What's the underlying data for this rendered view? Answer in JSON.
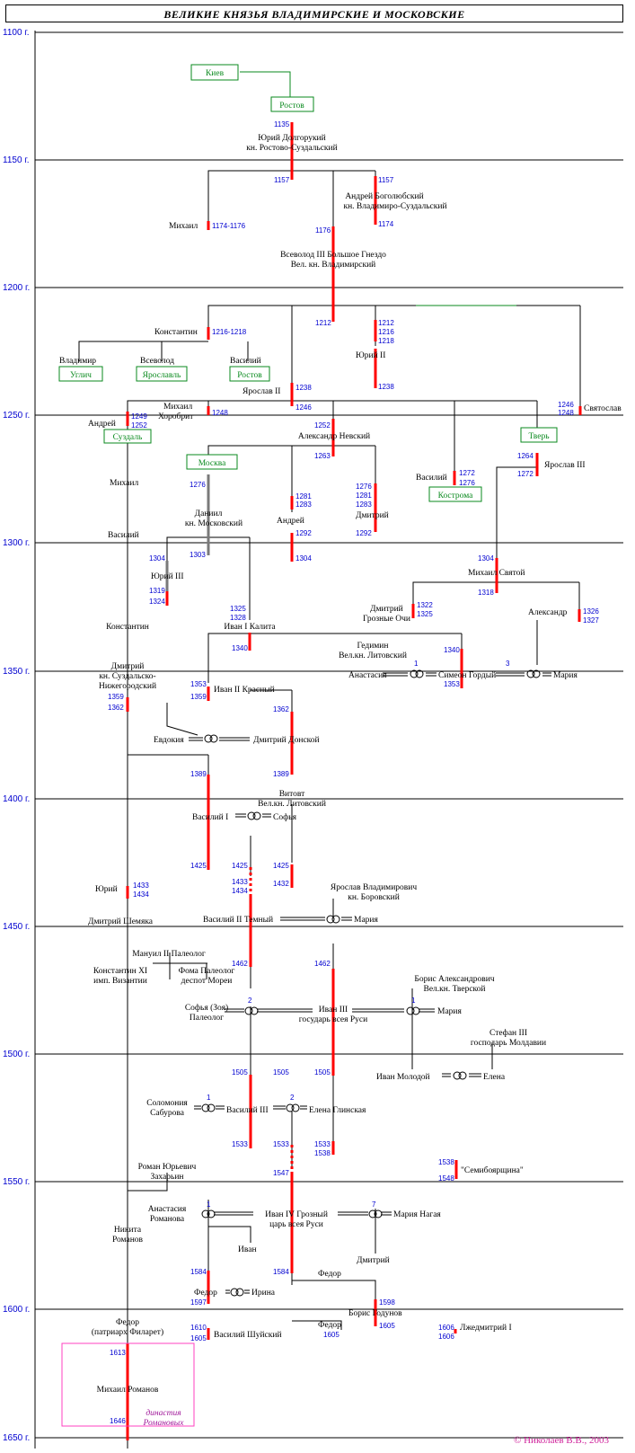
{
  "title": "ВЕЛИКИЕ КНЯЗЬЯ ВЛАДИМИРСКИЕ И МОСКОВСКИЕ",
  "years": [
    "1100 г.",
    "1150 г.",
    "1200 г.",
    "1250 г.",
    "1300 г.",
    "1350 г.",
    "1400 г.",
    "1450 г.",
    "1500 г.",
    "1550 г.",
    "1600 г.",
    "1650 г."
  ],
  "cities": [
    "Киев",
    "Ростов",
    "Углич",
    "Ярославль",
    "Ростов",
    "Суздаль",
    "Тверь",
    "Москва",
    "Кострома"
  ],
  "persons": [
    "Юрий Долгорукий",
    "кн. Ростово-Суздальский",
    "Андрей Боголюбский",
    "кн. Владимиро-Суздальский",
    "Михаил",
    "Всеволод III Большое Гнездо",
    "Вел. кн. Владимирский",
    "Константин",
    "Юрий II",
    "Владимир",
    "Всеволод",
    "Василий",
    "Ярослав II",
    "Святослав",
    "Михаил",
    "Хоробрит",
    "Андрей",
    "Александр Невский",
    "Ярослав III",
    "Михаил",
    "Василий",
    "Даниил",
    "кн. Московский",
    "Андрей",
    "Дмитрий",
    "Василий",
    "Михаил Святой",
    "Юрий III",
    "Дмитрий",
    "Грозные Очи",
    "Александр",
    "Константин",
    "Иван I Калита",
    "Гедимин",
    "Вел.кн. Литовский",
    "Анастасия",
    "Симеон Гордый",
    "Мария",
    "Дмитрий",
    "кн. Суздальско-",
    "Нижегородский",
    "Иван II Красный",
    "Евдокия",
    "Дмитрий Донской",
    "Витовт",
    "Вел.кн. Литовский",
    "Василий I",
    "Софья",
    "Юрий",
    "Ярослав Владимирович",
    "кн. Боровский",
    "Дмитрий Шемяка",
    "Василий II Темный",
    "Мария",
    "Мануил II Палеолог",
    "Константин XI",
    "имп. Византии",
    "Фома Палеолог",
    "деспот Мореи",
    "Борис Александрович",
    "Вел.кн. Тверской",
    "Софья (Зоя)",
    "Палеолог",
    "Иван III",
    "государь всея Руси",
    "Мария",
    "Стефан III",
    "господарь Молдавии",
    "Иван Молодой",
    "Елена",
    "Соломония",
    "Сабурова",
    "Василий III",
    "Елена Глинская",
    "Роман Юрьевич",
    "Захарьин",
    "\"Семибоярщина\"",
    "Анастасия",
    "Романова",
    "Иван IV Грозный",
    "царь всея Руси",
    "Мария Нагая",
    "Никита",
    "Романов",
    "Иван",
    "Дмитрий",
    "Федор",
    "Федор",
    "Ирина",
    "Борис Годунов",
    "Федор",
    "(патриарх Филарет)",
    "Василий Шуйский",
    "Федор",
    "Лжедмитрий I",
    "Михаил Романов"
  ],
  "reign_years": [
    "1135",
    "1157",
    "1157",
    "1174",
    "1174-1176",
    "1176",
    "1212",
    "1212",
    "1216",
    "1218",
    "1216-1218",
    "1238",
    "1238",
    "1246",
    "1246",
    "1248",
    "1248",
    "1249",
    "1252",
    "1252",
    "1263",
    "1264",
    "1272",
    "1272",
    "1276",
    "1276",
    "1281",
    "1283",
    "1292",
    "1276",
    "1281",
    "1283",
    "1292",
    "1304",
    "1303",
    "1304",
    "1319",
    "1324",
    "1304",
    "1318",
    "1322",
    "1325",
    "1326",
    "1327",
    "1325",
    "1328",
    "1340",
    "1340",
    "1353",
    "1353",
    "1359",
    "1359",
    "1362",
    "1362",
    "1389",
    "1389",
    "1425",
    "1425",
    "1433",
    "1434",
    "1425",
    "1432",
    "1433",
    "1434",
    "1462",
    "1462",
    "1505",
    "1505",
    "1505",
    "1533",
    "1533",
    "1533",
    "1538",
    "1538",
    "1548",
    "1547",
    "1584",
    "1584",
    "1597",
    "1598",
    "1605",
    "1605",
    "1606",
    "1606",
    "1610",
    "1605",
    "1613",
    "1646"
  ],
  "marriage_numbers": [
    "1",
    "3",
    "2",
    "1",
    "1",
    "2",
    "1",
    "7"
  ],
  "dynasty": [
    "династия",
    "Романовых"
  ],
  "credit": "© Николаев В.В., 2003"
}
